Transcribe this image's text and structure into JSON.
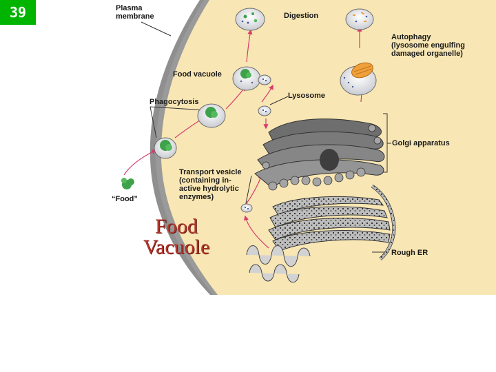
{
  "slide": {
    "number": "39"
  },
  "caption": {
    "line1": "Food",
    "line2": "Vacuole"
  },
  "labels": {
    "plasma_membrane": [
      "Plasma",
      "membrane"
    ],
    "digestion": "Digestion",
    "autophagy": [
      "Autophagy",
      "(lysosome engulfing",
      "damaged organelle)"
    ],
    "food_vacuole": "Food vacuole",
    "lysosome": "Lysosome",
    "phagocytosis": "Phagocytosis",
    "golgi": "Golgi apparatus",
    "transport_vesicle": [
      "Transport vesicle",
      "(containing in-",
      "active hydrolytic",
      "enzymes)"
    ],
    "food": "“Food”",
    "rough_er": "Rough ER"
  },
  "colors": {
    "cytoplasm": "#f8e6b4",
    "membrane_gray": "#8a8a8a",
    "arrow": "#d83a6a",
    "food_green": "#3ea24a",
    "caption_red": "#b0362c",
    "slide_badge": "#00b400"
  }
}
